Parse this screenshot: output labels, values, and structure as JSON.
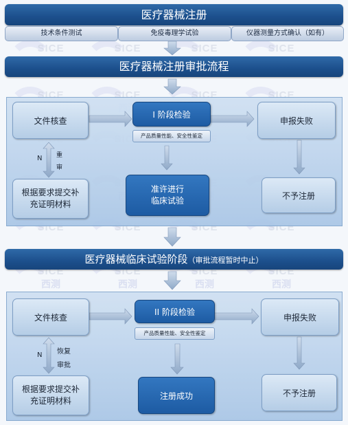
{
  "header": {
    "title": "医疗器械注册",
    "tabs": [
      "技术条件测试",
      "免疫毒理学试验",
      "仪器测量方式确认（如有）"
    ]
  },
  "approval": {
    "title": "医疗器械注册审批流程"
  },
  "stage1": {
    "review": "文件核查",
    "phase": "I 阶段检验",
    "phase_note": "产品质量性能、安全性鉴定",
    "fail": "申报失败",
    "supplement": "根据要求提交补充证明材料",
    "allowed_line1": "准许进行",
    "allowed_line2": "临床试验",
    "reject": "不予注册",
    "loop_letter": "N",
    "loop_label": "重审"
  },
  "clinical": {
    "title": "医疗器械临床试验阶段",
    "note": "（审批流程暂时中止）"
  },
  "stage2": {
    "review": "文件核查",
    "phase": "II 阶段检验",
    "phase_note": "产品质量性能、安全性鉴定",
    "fail": "申报失败",
    "supplement": "根据要求提交补充证明材料",
    "success": "注册成功",
    "reject": "不予注册",
    "loop_letter": "N",
    "loop_label_1": "恢复",
    "loop_label_2": "审批"
  },
  "watermark": {
    "en": "SICE",
    "cn": "西测"
  },
  "colors": {
    "bar": "#1c4f8c",
    "panel": "#b8d0ea",
    "box_dark": "#2566ae",
    "arrow": "#a9c1dd"
  }
}
